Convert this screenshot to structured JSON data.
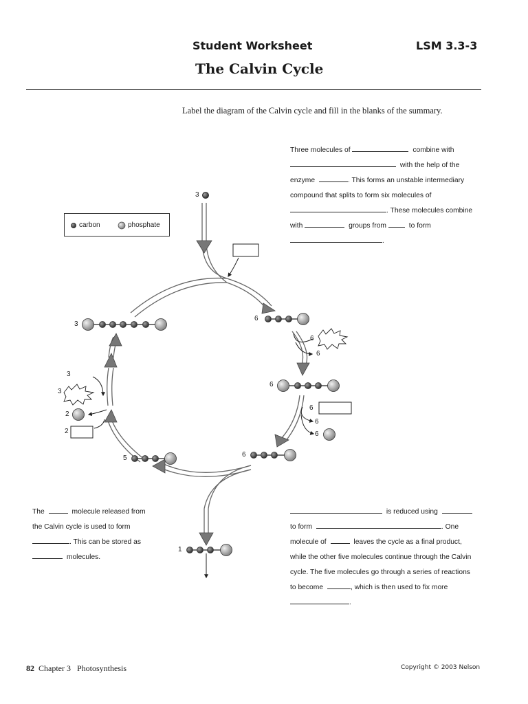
{
  "header": {
    "worksheet": "Student Worksheet",
    "code": "LSM 3.3-3",
    "title": "The Calvin Cycle"
  },
  "instructions": "Label the diagram of the Calvin cycle and fill in the blanks of the summary.",
  "legend": {
    "carbon": "carbon",
    "phosphate": "phosphate"
  },
  "summary_top": {
    "l1a": "Three molecules of",
    "l1b": "combine with",
    "l2": "with the help of the",
    "l3a": "enzyme",
    "l3b": ". This forms an unstable intermediary",
    "l4": "compound that splits to form six molecules of",
    "l5": ". These molecules combine",
    "l6a": "with",
    "l6b": "groups from",
    "l6c": "to form",
    "l7": "."
  },
  "summary_left": {
    "l1a": "The",
    "l1b": "molecule  released from",
    "l2": "the Calvin cycle is used to form",
    "l3": ". This can be stored as",
    "l4": "molecules."
  },
  "summary_right": {
    "l1": "is reduced using",
    "l2a": "to form",
    "l2b": ".  One",
    "l3a": "molecule of",
    "l3b": "leaves the cycle as a final product,",
    "l4": "while the other five molecules continue through the Calvin",
    "l5": "cycle. The five molecules go through a series of reactions",
    "l6a": "to become",
    "l6b": ", which is then used to fix more",
    "l7": "."
  },
  "diagram_counts": {
    "co2_in": "3",
    "top_right_mol": "6",
    "right_in": "6",
    "right_out": "6",
    "middle_right_mol": "6",
    "lower_in": "6",
    "lower_out1": "6",
    "lower_out2": "6",
    "bottom_right_mol": "6",
    "bottom_left_mol": "5",
    "exit_mol": "1",
    "left_in2": "2",
    "left_in2_box": "2",
    "left_in3_top": "3",
    "left_in3": "3",
    "top_left_mol": "3"
  },
  "footer": {
    "page": "82",
    "chapter": "Chapter 3",
    "topic": "Photosynthesis",
    "copyright": "Copyright © 2003 Nelson"
  }
}
